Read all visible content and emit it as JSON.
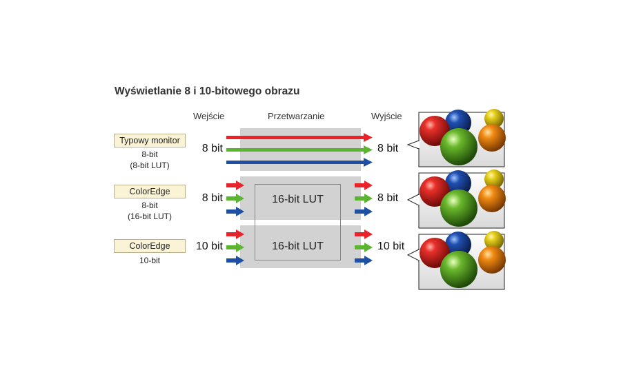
{
  "title": "Wyświetlanie 8 i 10-bitowego obrazu",
  "columns": {
    "input": "Wejście",
    "processing": "Przetwarzanie",
    "output": "Wyjście"
  },
  "rows": [
    {
      "monitor": "Typowy monitor",
      "spec_line1": "8-bit",
      "spec_line2": "(8-bit LUT)",
      "input_bits": "8 bit",
      "output_bits": "8 bit"
    },
    {
      "monitor": "ColorEdge",
      "spec_line1": "8-bit",
      "spec_line2": "(16-bit LUT)",
      "input_bits": "8 bit",
      "output_bits": "8 bit"
    },
    {
      "monitor": "ColorEdge",
      "spec_line1": "10-bit",
      "spec_line2": "",
      "input_bits": "10 bit",
      "output_bits": "10 bit"
    }
  ],
  "lut": {
    "label_row2": "16-bit LUT",
    "label_row3": "16-bit LUT",
    "border_color": "#3a9ad9"
  },
  "colors": {
    "red": "#e8232a",
    "green": "#5cb531",
    "blue": "#1f4fa3",
    "processing_bg": "#d2d2d2",
    "label_bg": "#faf3d6"
  },
  "icons": [
    "red-arrow-icon",
    "green-arrow-icon",
    "blue-arrow-icon",
    "color-balls-image"
  ]
}
